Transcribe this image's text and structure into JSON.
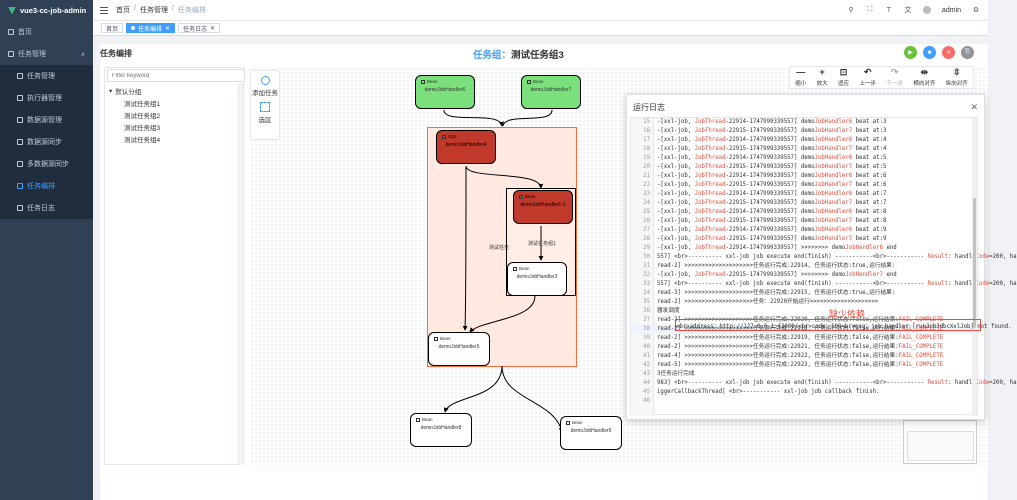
{
  "app": {
    "title": "vue3-cc-job-admin"
  },
  "sidebar": {
    "items": [
      {
        "label": "首页",
        "icon": "home-icon"
      },
      {
        "label": "任务管理",
        "icon": "task-icon",
        "expanded": true
      },
      {
        "label": "任务管理",
        "icon": "grid-icon",
        "sub": true
      },
      {
        "label": "执行器管理",
        "icon": "expand-icon",
        "sub": true
      },
      {
        "label": "数据源管理",
        "icon": "database-icon",
        "sub": true
      },
      {
        "label": "数据源同步",
        "icon": "sync-icon",
        "sub": true
      },
      {
        "label": "多数据源同步",
        "icon": "multi-sync-icon",
        "sub": true
      },
      {
        "label": "任务编排",
        "icon": "flow-icon",
        "sub": true,
        "active": true
      },
      {
        "label": "任务日志",
        "icon": "log-icon",
        "sub": true
      }
    ]
  },
  "header": {
    "breadcrumb": [
      "首页",
      "任务管理",
      "任务编排"
    ],
    "user": "admin"
  },
  "tags": [
    {
      "label": "首页"
    },
    {
      "label": "任务编排",
      "active": true
    },
    {
      "label": "任务日志"
    }
  ],
  "editor": {
    "page_title": "任务编排",
    "group_prefix": "任务组：",
    "group_name": "测试任务组3",
    "search_placeholder": "Filter keyword",
    "tree": {
      "root": "默认分组",
      "children": [
        "测试任务组1",
        "测试任务组2",
        "测试任务组3",
        "测试任务组4"
      ]
    },
    "palette": {
      "add_task": "添加任务",
      "select_area": "选区"
    },
    "toolbar": [
      "缩小",
      "放大",
      "适应",
      "上一步",
      "下一步",
      "横向对齐",
      "纵向对齐"
    ],
    "nodes": {
      "bean": "Bean",
      "sql": "SQL",
      "h6": "demoJobHandler6",
      "h7": "demoJobHandler7",
      "h4": "demoJobHandler4",
      "h11": "demoJobHandler1-1",
      "h3": "demoJobHandler3",
      "h5": "demoJobHandler5",
      "h8": "demoJobHandler8",
      "h9": "demoJobHandler9",
      "label_a": "测试任务",
      "label_b": "测试任务组1"
    }
  },
  "log": {
    "title": "运行日志",
    "annotation": "缺少依赖",
    "error_line": "<br>address：http://127.0.0.1:13000/<br>code：500<br>msg：job handler [runJobJdbcXxlJob] not found.",
    "lines": [
      {
        "n": "15",
        "pre": "-[xxl-job, ",
        "tag": "JobThread",
        "mid": "-22914-1747999339557] demo",
        "tag2": "JobHandler6",
        "post": " beat at:3"
      },
      {
        "n": "16",
        "pre": "-[xxl-job, ",
        "tag": "JobThread",
        "mid": "-22915-1747999339557] demo",
        "tag2": "JobHandler7",
        "post": " beat at:3"
      },
      {
        "n": "17",
        "pre": "-[xxl-job, ",
        "tag": "JobThread",
        "mid": "-22914-1747999339557] demo",
        "tag2": "JobHandler6",
        "post": " beat at:4"
      },
      {
        "n": "18",
        "pre": "-[xxl-job, ",
        "tag": "JobThread",
        "mid": "-22915-1747999339557] demo",
        "tag2": "JobHandler7",
        "post": " beat at:4"
      },
      {
        "n": "19",
        "pre": "-[xxl-job, ",
        "tag": "JobThread",
        "mid": "-22914-1747999339557] demo",
        "tag2": "JobHandler6",
        "post": " beat at:5"
      },
      {
        "n": "20",
        "pre": "-[xxl-job, ",
        "tag": "JobThread",
        "mid": "-22915-1747999339557] demo",
        "tag2": "JobHandler7",
        "post": " beat at:5"
      },
      {
        "n": "21",
        "pre": "-[xxl-job, ",
        "tag": "JobThread",
        "mid": "-22914-1747999339557] demo",
        "tag2": "JobHandler6",
        "post": " beat at:6"
      },
      {
        "n": "22",
        "pre": "-[xxl-job, ",
        "tag": "JobThread",
        "mid": "-22915-1747999339557] demo",
        "tag2": "JobHandler7",
        "post": " beat at:6"
      },
      {
        "n": "23",
        "pre": "-[xxl-job, ",
        "tag": "JobThread",
        "mid": "-22914-1747999339557] demo",
        "tag2": "JobHandler6",
        "post": " beat at:7"
      },
      {
        "n": "24",
        "pre": "-[xxl-job, ",
        "tag": "JobThread",
        "mid": "-22915-1747999339557] demo",
        "tag2": "JobHandler7",
        "post": " beat at:7"
      },
      {
        "n": "25",
        "pre": "-[xxl-job, ",
        "tag": "JobThread",
        "mid": "-22914-1747999339557] demo",
        "tag2": "JobHandler6",
        "post": " beat at:8"
      },
      {
        "n": "26",
        "pre": "-[xxl-job, ",
        "tag": "JobThread",
        "mid": "-22915-1747999339557] demo",
        "tag2": "JobHandler7",
        "post": " beat at:8"
      },
      {
        "n": "27",
        "pre": "-[xxl-job, ",
        "tag": "JobThread",
        "mid": "-22914-1747999339557] demo",
        "tag2": "JobHandler6",
        "post": " beat at:9"
      },
      {
        "n": "28",
        "pre": "-[xxl-job, ",
        "tag": "JobThread",
        "mid": "-22915-1747999339557] demo",
        "tag2": "JobHandler7",
        "post": " beat at:9"
      },
      {
        "n": "29",
        "pre": "-[xxl-job, ",
        "tag": "JobThread",
        "mid": "-22914-1747999339557] >>>>>>>> demo",
        "tag2": "JobHandler6",
        "post": " end"
      },
      {
        "n": "30",
        "pre": "557] <br>---------- xxl-job job execute end(finish) -----------<br>----------- ",
        "tag": "Result",
        "mid": ": handle",
        "tag2": "Code",
        "post": "=200, ha"
      },
      {
        "n": "31",
        "pre": "read-2] >>>>>>>>>>>>>>>>>>>>任务运行完成:22914, 任务运行状态:true,运行结果:",
        "tag": "",
        "mid": "",
        "tag2": "",
        "post": ""
      },
      {
        "n": "32",
        "pre": "-[xxl-job, ",
        "tag": "JobThread",
        "mid": "-22915-1747999339557] >>>>>>>> demo",
        "tag2": "JobHandler7",
        "post": " end"
      },
      {
        "n": "33",
        "pre": "557] <br>---------- xxl-job job execute end(finish) -----------<br>----------- ",
        "tag": "Result",
        "mid": ": handle",
        "tag2": "Code",
        "post": "=200, ha"
      },
      {
        "n": "34",
        "pre": "read-3] >>>>>>>>>>>>>>>>>>>>任务运行完成:22915, 任务运行状态:true,运行结果:",
        "tag": "",
        "mid": "",
        "tag2": "",
        "post": ""
      },
      {
        "n": "35",
        "pre": "read-2] >>>>>>>>>>>>>>>>>>>>任务：22920开始运行>>>>>>>>>>>>>>>>>>>>",
        "tag": "",
        "mid": "",
        "tag2": "",
        "post": ""
      },
      {
        "n": "36",
        "pre": "器发调度",
        "tag": "",
        "mid": "",
        "tag2": "",
        "post": ""
      },
      {
        "n": "37",
        "pre": "read-2] >>>>>>>>>>>>>>>>>>>>任务运行完成:22920, 任务运行状态:false,运行结果:",
        "tag": "FAIL_COMPLETE",
        "mid": "",
        "tag2": "",
        "post": ""
      },
      {
        "n": "38",
        "pre": "read-2] >>>>>>>>>>>>>>>>>>>>任务运行完成:22918, 任务运行状态:false,运行结果:",
        "tag": "FAIL_COMPLETE",
        "mid": "",
        "tag2": "",
        "post": "",
        "hl": true
      },
      {
        "n": "39",
        "pre": "read-2] >>>>>>>>>>>>>>>>>>>>任务运行完成:22919, 任务运行状态:false,运行结果:",
        "tag": "FAIL_COMPLETE",
        "mid": "",
        "tag2": "",
        "post": ""
      },
      {
        "n": "40",
        "pre": "read-2] >>>>>>>>>>>>>>>>>>>>任务运行完成:22921, 任务运行状态:false,运行结果:",
        "tag": "FAIL_COMPLETE",
        "mid": "",
        "tag2": "",
        "post": ""
      },
      {
        "n": "41",
        "pre": "read-4] >>>>>>>>>>>>>>>>>>>>任务运行完成:22922, 任务运行状态:false,运行结果:",
        "tag": "FAIL_COMPLETE",
        "mid": "",
        "tag2": "",
        "post": ""
      },
      {
        "n": "42",
        "pre": "read-5] >>>>>>>>>>>>>>>>>>>>任务运行完成:22923, 任务运行状态:false,运行结果:",
        "tag": "FAIL_COMPLETE",
        "mid": "",
        "tag2": "",
        "post": ""
      },
      {
        "n": "43",
        "pre": "3任务运行完成",
        "tag": "",
        "mid": "",
        "tag2": "",
        "post": ""
      },
      {
        "n": "44",
        "pre": "983] <br>---------- xxl-job job execute end(finish) -----------<br>----------- ",
        "tag": "Result",
        "mid": ": handle",
        "tag2": "Code",
        "post": "=200, ha"
      },
      {
        "n": "45",
        "pre": "iggerCallbackThread] <br>----------- xxl-job job callback finish.",
        "tag": "",
        "mid": "",
        "tag2": "",
        "post": ""
      },
      {
        "n": "46",
        "pre": "",
        "tag": "",
        "mid": "",
        "tag2": "",
        "post": ""
      }
    ]
  },
  "colors": {
    "accent": "#409eff",
    "error": "#e74c3c",
    "node_green": "#7be07b",
    "node_red": "#c0392b"
  }
}
